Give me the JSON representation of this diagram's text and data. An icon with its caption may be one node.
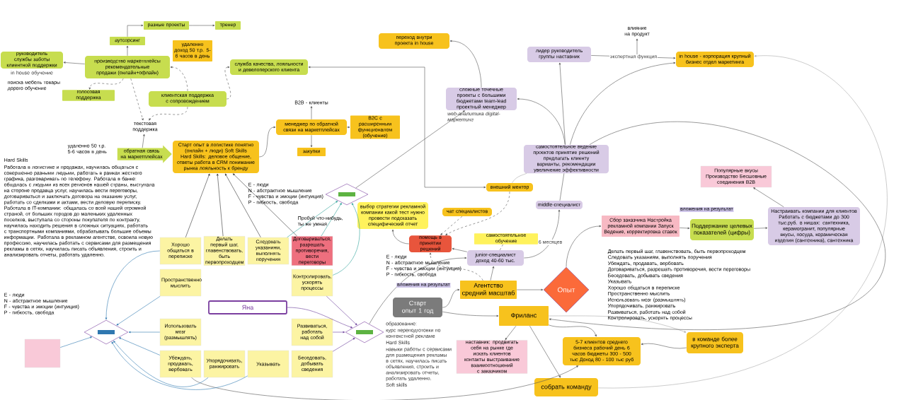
{
  "diagram": {
    "nodes": [
      {
        "text": [
          "руководитель службы заботы клиентной поддержки"
        ],
        "beside": [
          "in house обучение"
        ]
      },
      {
        "text": [
          "производство маркетплейсы рекомендательные продажи (онлайн+офлайн)"
        ]
      },
      {
        "text": [
          "аутсорсинг"
        ]
      },
      {
        "text": [
          "разные проекты"
        ]
      },
      {
        "text": [
          "тренер"
        ]
      },
      {
        "text": [
          "удаленно доход 50 т.р. 5-6 часов в день"
        ]
      },
      {
        "text": [
          "голосовая поддержка"
        ]
      },
      {
        "text": [
          "клиентская поддержка с сопровождением"
        ]
      },
      {
        "text": [
          "служба качества, лояльности и девелоперского клиента"
        ]
      },
      {
        "text": [
          "текстовая поддержка"
        ]
      },
      {
        "text": [
          "обратная связь на маркетплейсах"
        ]
      },
      {
        "text": [
          "Старт опыт в логистике понятно (онлайн + люди) Soft Skills Hard Skills: деловое общение, ответы работа в CRM понимание рынка лояльность к бренду"
        ]
      },
      {
        "text": [
          "менеджер по обратной связи на маркетплейсах"
        ]
      },
      {
        "text": [
          "B2B - клиенты"
        ]
      },
      {
        "text": [
          "B2C с расширенным функционалом (обучение)"
        ]
      },
      {
        "text": [
          "закупки"
        ]
      },
      {
        "text": [
          "переход внутри проекта in house"
        ]
      },
      {
        "text": [
          "сложные точечные проекты с большими бюджетами team-lead проектный менеджер"
        ],
        "beside": [
          "web-аналитика digital-маркетинг"
        ]
      },
      {
        "text": [
          "лидер руководитель группы наставник"
        ]
      },
      {
        "text": [
          "in house - корпорация крупный бизнес отдел маркетинга"
        ]
      },
      {
        "text": [
          "влияние на продукт"
        ]
      },
      {
        "text": [
          "самостоятельное ведение проектов принятие решений предлагать клиенту варианты, рекомендации увеличение эффективности"
        ]
      },
      {
        "text": [
          "внешний ментор"
        ]
      },
      {
        "text": [
          "чат специалистов"
        ]
      },
      {
        "text": [
          "выбор стратегии рекламной компании какой тест нужно провести подсказать специфический отчет"
        ]
      },
      {
        "text": [
          "помощь в принятии решений"
        ]
      },
      {
        "text": [
          "junior-специалист доход 40-60 тыс."
        ]
      },
      {
        "text": [
          "самостоятельное обучение"
        ]
      },
      {
        "text": [
          "middle-специалист"
        ]
      },
      {
        "text": [
          "Агентство",
          "средний масштаб"
        ]
      },
      {
        "text": [
          "Опыт"
        ]
      },
      {
        "text": [
          "Старт опыт 1 год"
        ],
        "beside": [
          "образование:",
          "курс переподготовки по контекстной рекламе",
          "Hard Skills",
          "навыки работы с сервисами для размещения рекламы в сетях, научилась писать объявления, строить и анализировать отчеты, работать удаленно.",
          "Soft skills"
        ]
      },
      {
        "text": [
          "Фриланс"
        ]
      },
      {
        "text": [
          "наставник: продвигать себя на рынке где искать клиентов контакты выстраивание взаимоотношений с заказчиком"
        ]
      },
      {
        "text": [
          "собрать команду"
        ]
      },
      {
        "text": [
          "5-7 клиентов среднего бизнеса рабочий день 6 часов бюджеты 300 - 500 тыс Доход 80 - 100 тыс руб"
        ]
      },
      {
        "text": [
          "в команде более крупного эксперта"
        ]
      },
      {
        "text": [
          "Сбор заказчика Настройка рекламной компании Запуск Ведение, корректировка ставок"
        ]
      },
      {
        "text": [
          "Поддержание целевых показателей (цифры)"
        ]
      },
      {
        "text": [
          "Настраивать компании для клиентов Работать с бюджетами до 300 тыс.руб. в нишах: сантехника, керамогранит, популярные вкусы, посуда, керамическая изделия (сантехника), сантехника"
        ]
      },
      {
        "text": [
          "Популярные вкусы Производство Бесшовные соединения B2B"
        ]
      },
      {
        "text": [],
        "shape": "diamond"
      },
      {
        "text": [],
        "shape": "diamond"
      },
      {
        "text": [],
        "shape": "diamond"
      },
      {
        "text": [
          "Яна"
        ]
      },
      {
        "text": [
          "Хорошо общаться в переписке"
        ]
      },
      {
        "text": [
          "Делать первый шаг, главенствовать, быть первопроходцем"
        ]
      },
      {
        "text": [
          "Следовать указаниям, выполнять поручения"
        ]
      },
      {
        "text": [
          "Договариваться, разрешать противоречия, вести переговоры"
        ]
      },
      {
        "text": [
          "Пространственно мыслить"
        ]
      },
      {
        "text": [
          "Использовать мозг (размышлять)"
        ]
      },
      {
        "text": [
          "Контролировать, ускорять процессы"
        ]
      },
      {
        "text": [
          "Развиваться, работать над собой"
        ]
      },
      {
        "text": [
          "Убеждать, продавать, вербовать"
        ]
      },
      {
        "text": [
          "Упорядочивать, ранжировать"
        ]
      },
      {
        "text": [
          "Указывать"
        ]
      },
      {
        "text": [
          "Беседовать, добывать сведения"
        ]
      },
      {
        "text": [],
        "shape": "box"
      }
    ],
    "edges": [
      {
        "from": 1,
        "to": 0,
        "arrow": "to"
      },
      {
        "from": 1,
        "to": 2,
        "arrow": "to"
      },
      {
        "from": 2,
        "to": 3,
        "arrow": "to"
      },
      {
        "from": 3,
        "to": 4,
        "arrow": "to"
      },
      {
        "from": 7,
        "to": 1,
        "arrow": "to",
        "style": "dashed"
      },
      {
        "from": 1,
        "to": 6,
        "arrow": "to",
        "style": "dashed"
      },
      {
        "from": 1,
        "to": 9,
        "arrow": "to",
        "style": "dashed"
      },
      {
        "from": 7,
        "to": 9,
        "arrow": "to",
        "style": "dashed"
      },
      {
        "from": 7,
        "to": 8,
        "arrow": "to",
        "style": "dashed"
      },
      {
        "from": 10,
        "to": 9,
        "arrow": "to"
      },
      {
        "from": 11,
        "to": 12,
        "arrow": "to"
      },
      {
        "from": 12,
        "to": 13,
        "arrow": "to"
      },
      {
        "from": 12,
        "to": 14,
        "arrow": "to"
      },
      {
        "from": 12,
        "to": 15,
        "arrow": "to"
      },
      {
        "from": 22,
        "to": 8,
        "arrow": "both"
      },
      {
        "from": 17,
        "to": 16,
        "arrow": "to"
      },
      {
        "from": 21,
        "to": 17,
        "arrow": "to"
      },
      {
        "from": 21,
        "to": 18,
        "arrow": "to"
      },
      {
        "from": 21,
        "to": 19,
        "arrow": "to"
      },
      {
        "from": 18,
        "to": 19,
        "arrow": "to",
        "label": "экспертная функция"
      },
      {
        "from": null,
        "to": 20,
        "arrow": "to"
      },
      {
        "from": 21,
        "to": 22,
        "arrow": "none",
        "color": "#aaaaaa"
      },
      {
        "from": 28,
        "to": 21,
        "arrow": "none"
      },
      {
        "from": 26,
        "to": 28,
        "arrow": "to",
        "label": "6 месяцев"
      },
      {
        "from": 26,
        "to": 25,
        "arrow": "to"
      },
      {
        "from": 25,
        "to": 24,
        "arrow": "to"
      },
      {
        "from": 22,
        "to": 25,
        "arrow": "to",
        "style": "dashed"
      },
      {
        "from": 23,
        "to": 25,
        "arrow": "to",
        "style": "dashed"
      },
      {
        "from": 29,
        "to": 26,
        "arrow": "to"
      },
      {
        "from": 29,
        "to": 25,
        "arrow": "to",
        "style": "dashed"
      },
      {
        "from": 26,
        "to": 27,
        "arrow": "none",
        "style": "dashed"
      },
      {
        "from": 31,
        "to": 29,
        "arrow": "to"
      },
      {
        "from": 31,
        "to": 32,
        "arrow": "to"
      },
      {
        "from": 29,
        "to": 30,
        "arrow": "to"
      },
      {
        "from": 30,
        "to": 37,
        "arrow": "to"
      },
      {
        "from": 37,
        "to": 38,
        "arrow": "to"
      },
      {
        "from": 38,
        "to": 39,
        "arrow": "to"
      },
      {
        "from": 39,
        "to": 40,
        "arrow": "to"
      },
      {
        "from": 32,
        "to": 33,
        "arrow": "to"
      },
      {
        "from": 32,
        "to": 35,
        "arrow": "to"
      },
      {
        "from": 32,
        "to": 34,
        "arrow": "to"
      },
      {
        "from": 36,
        "to": 35,
        "arrow": "to"
      },
      {
        "from": 32,
        "to": 36,
        "arrow": "to",
        "color": "#aaaaaa"
      },
      {
        "from": 34,
        "to": 19,
        "arrow": "to",
        "color": "#aaaaaa"
      },
      {
        "from": 21,
        "to": 32,
        "arrow": "to"
      },
      {
        "from": 41,
        "to": 17,
        "arrow": "to"
      },
      {
        "from": 43,
        "to": 26,
        "arrow": "to"
      },
      {
        "from": 53,
        "to": 35,
        "arrow": "to"
      },
      {
        "from": 45,
        "to": 11,
        "arrow": "to",
        "color": "#333333"
      },
      {
        "from": 46,
        "to": 11,
        "arrow": "to",
        "color": "#333333"
      },
      {
        "from": 47,
        "to": 11,
        "arrow": "to",
        "color": "#333333"
      },
      {
        "from": 48,
        "to": 11,
        "arrow": "to",
        "color": "#333333"
      },
      {
        "from": 47,
        "to": 41,
        "arrow": "to",
        "color": "#2fa39a"
      },
      {
        "from": 48,
        "to": 41,
        "arrow": "to",
        "color": "#2fa39a"
      },
      {
        "from": 51,
        "to": 41,
        "arrow": "to",
        "color": "#2fa39a"
      },
      {
        "from": 45,
        "to": 42,
        "arrow": "to",
        "color": "#2f78b0"
      },
      {
        "from": 49,
        "to": 42,
        "arrow": "to",
        "color": "#2f78b0"
      },
      {
        "from": 50,
        "to": 42,
        "arrow": "to",
        "color": "#2f78b0"
      },
      {
        "from": 53,
        "to": 42,
        "arrow": "to",
        "color": "#2f78b0"
      },
      {
        "from": 57,
        "to": 42,
        "arrow": "to",
        "color": "#2f78b0"
      },
      {
        "from": 51,
        "to": 43,
        "arrow": "to",
        "color": "#6a3d9a"
      },
      {
        "from": 52,
        "to": 43,
        "arrow": "to",
        "color": "#6a3d9a"
      },
      {
        "from": 44,
        "to": 43,
        "arrow": "to",
        "color": "#6a3d9a"
      },
      {
        "from": 55,
        "to": 42,
        "arrow": "to",
        "color": "#2f78b0"
      },
      {
        "from": 54,
        "to": 42,
        "arrow": "to",
        "color": "#2f78b0"
      },
      {
        "from": 56,
        "to": 43,
        "arrow": "to",
        "color": "#6a3d9a"
      }
    ],
    "labels": [
      "поиска мебель товары дорого обучение",
      "удаленно 50 т.р. 5-6 часов в день",
      "Hard Skills",
      "Работала в логистике и продажах, научилась общаться с совершенно разными людьми, работать в рамках жесткого графика, разговаривать по телефону. Работала в банке: общалась с людьми из всех регионов нашей страны, выступала на стороне продавца услуг, научилась вести переговоры, договариваться и заключать договора на оказание услуг, работать со сделками и актами, вести деловую переписку. Работала в IT-компании: общалась со всей нашей огромной страной, от больших городов до маленьких удаленных поселков, выступала со стороны покупателя по контракту, научилась находить решения в сложных ситуациях, работать с транспортными компаниями, обрабатывать большие объемы информации. Работала в рекламном агентстве, освоила новую профессию, научилась работать с сервисами для размещения рекламы в сетях, научилась писать объявления, строить и анализировать отчеты, работать удаленно.",
      "E - люди",
      "N - абстрактное мышление",
      "F - чувства и эмоции (интуиция)",
      "P - гибкость, свобода",
      "E - люди",
      "N - абстрактное мышление",
      "F - чувства и эмоции (интуиция)",
      "P - гибкость, свобода",
      "E - люди",
      "N - абстрактное мышление",
      "F - чувства и эмоции (интуиция)",
      "P - гибкость, свобода",
      "вложения на результат",
      "вложения на результат",
      "Пробуй что-нибудь, ты же умная",
      "Делать первый шаг, главенствовать, быть первопроходцем",
      "Следовать указаниям, выполнять поручения",
      "Убеждать, продавать, вербовать",
      "Договариваться, разрешать противоречия, вести переговоры",
      "Беседовать, добывать сведения",
      "Указывать",
      "Хорошо общаться в переписке",
      "Пространственно мыслить",
      "Использовать мозг (размышлять)",
      "Упорядочивать, ранжировать",
      "Развиваться, работать над собой",
      "Контролировать, ускорять процессы"
    ]
  }
}
